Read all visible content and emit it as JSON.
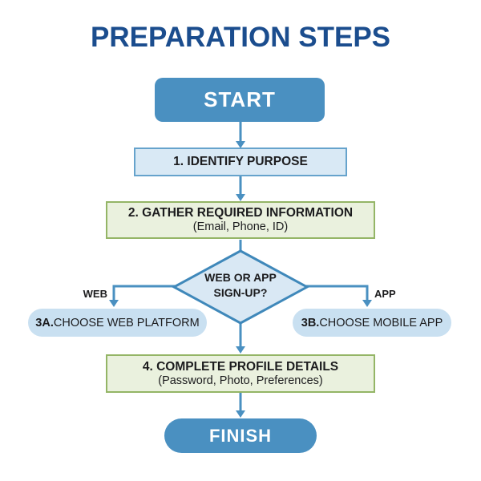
{
  "title": "PREPARATION STEPS",
  "colors": {
    "title": "#1b4d8e",
    "node_blue": "#4a90c1",
    "node_blue_light_fill": "#d9e9f5",
    "node_blue_light_border": "#66a3cc",
    "node_green_fill": "#eaf1de",
    "node_green_border": "#94b566",
    "diamond_fill": "#d9e8f4",
    "diamond_border": "#3f88ba",
    "pill_fill": "#c9e0f1",
    "arrow": "#4a90c1",
    "text_dark": "#1c1c1e",
    "text_light": "#ffffff"
  },
  "nodes": {
    "start": {
      "label": "START"
    },
    "step1": {
      "label": "1. IDENTIFY PURPOSE"
    },
    "step2": {
      "label": "2. GATHER REQUIRED INFORMATION",
      "sublabel": "(Email, Phone, ID)"
    },
    "decision": {
      "line1": "WEB OR APP",
      "line2": "SIGN-UP?"
    },
    "step3a": {
      "prefix": "3A.",
      "label": " CHOOSE WEB PLATFORM"
    },
    "step3b": {
      "prefix": "3B.",
      "label": " CHOOSE MOBILE APP"
    },
    "step4": {
      "label": "4. COMPLETE PROFILE DETAILS",
      "sublabel": "(Password, Photo, Preferences)"
    },
    "finish": {
      "label": "FINISH"
    }
  },
  "branch_labels": {
    "web": "WEB",
    "app": "APP"
  }
}
